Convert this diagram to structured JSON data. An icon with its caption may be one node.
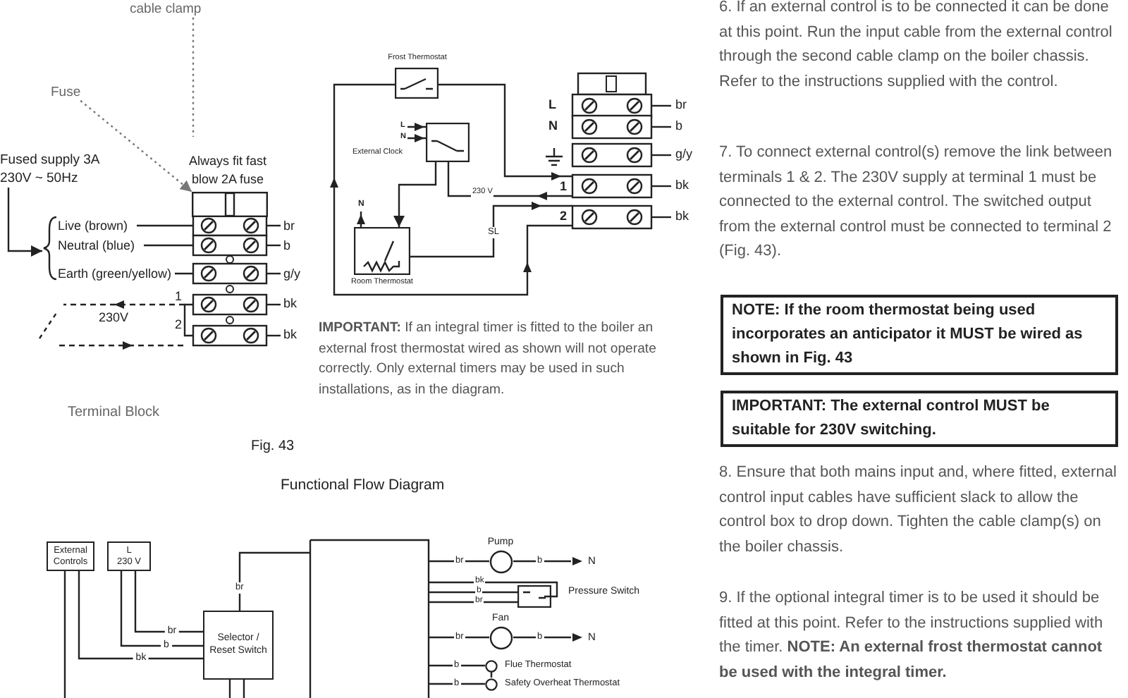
{
  "diagram": {
    "nodes": [
      {
        "text": [
          "cable clamp"
        ]
      },
      {
        "text": [
          "Fuse"
        ]
      },
      {
        "text": [],
        "shape": "box"
      },
      {
        "text": [
          "Frost Thermostat"
        ]
      },
      {
        "text": [
          "External Clock"
        ]
      },
      {
        "text": [
          "Room Thermostat"
        ]
      },
      {
        "text": [
          "External Controls"
        ]
      },
      {
        "text": [
          "L",
          "230 V"
        ]
      },
      {
        "text": [
          "Selector / Reset Switch"
        ]
      },
      {
        "text": [
          "Pump"
        ]
      },
      {
        "text": [
          "Pressure Switch"
        ]
      },
      {
        "text": [
          "Fan"
        ]
      },
      {
        "text": [
          "Flue Thermostat"
        ]
      },
      {
        "text": [
          "Safety Overheat Thermostat"
        ]
      },
      {
        "text": [
          "Fused supply 3A 230V ~ 50Hz"
        ]
      },
      {
        "text": [],
        "shape": "brace"
      }
    ],
    "edges": [
      {
        "from": 0,
        "to": null,
        "arrow": "none",
        "style": "dashed",
        "color": "#777777"
      },
      {
        "from": 1,
        "to": 2,
        "arrow": "to",
        "style": "dashed",
        "color": "#777777"
      },
      {
        "from": 6,
        "to": 8,
        "arrow": "none",
        "label": "bk"
      },
      {
        "from": 7,
        "to": 8,
        "arrow": "none",
        "label": "b"
      },
      {
        "from": 7,
        "to": 8,
        "arrow": "none",
        "label": "br"
      },
      {
        "from": 12,
        "to": 13,
        "arrow": "none"
      },
      {
        "from": 14,
        "to": 15,
        "arrow": "to"
      },
      {
        "from": 4,
        "to": 5,
        "arrow": "to"
      }
    ],
    "labels": [
      "Always fit fast blow 2A fuse",
      "Live (brown)",
      "Neutral (blue)",
      "Earth (green/yellow)",
      "br",
      "b",
      "g/y",
      "bk",
      "bk",
      "1",
      "2",
      "230V",
      "Terminal Block",
      "L",
      "N",
      "N",
      "L",
      "N",
      "1",
      "2",
      "230 V",
      "SL",
      "br",
      "b",
      "g/y",
      "bk",
      "bk",
      "**IMPORTANT:** If an integral timer is fitted to the boiler an external frost thermostat wired as shown will not operate correctly. Only external timers may be used in such installations, as in the diagram.",
      "Fig. 43",
      "Functional Flow Diagram",
      "br",
      "br",
      "b",
      "N",
      "bk",
      "b",
      "br",
      "br",
      "b",
      "N",
      "b",
      "b",
      "6. If an external control is to be connected it can be done at this point. Run the input cable from the external control through the second cable clamp on the boiler chassis. Refer to the instructions supplied with the control.",
      "7. To connect external control(s) remove the link between terminals 1 & 2. The 230V supply at terminal 1 must be connected to the external control. The switched output from the external control must be connected to terminal 2 (Fig. 43).",
      "NOTE: If the room thermostat being used incorporates an anticipator it MUST be wired as shown in Fig. 43",
      "IMPORTANT: The external control MUST be suitable for 230V switching.",
      "8. Ensure that both mains input and, where fitted, external control input cables have sufficient slack to allow the control box to drop down. Tighten the cable clamp(s) on the boiler chassis.",
      "9. If the optional integral timer is to be used it should be fitted at this point. Refer to the instructions supplied with the timer. **NOTE: An external frost thermostat cannot be used with the integral timer.**"
    ]
  }
}
